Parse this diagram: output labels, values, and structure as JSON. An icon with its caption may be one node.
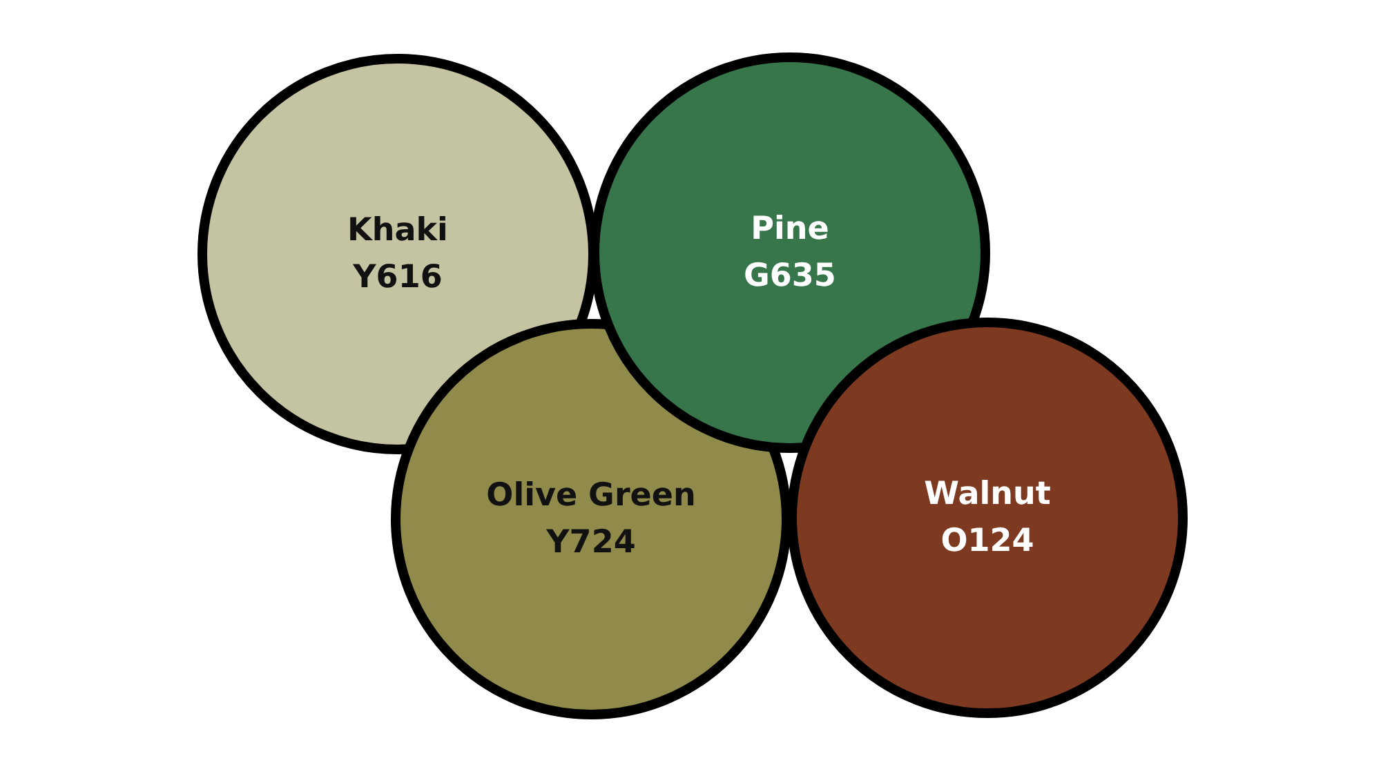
{
  "diagram": {
    "nodes": [
      {
        "text": [
          "Khaki",
          "Y616"
        ]
      },
      {
        "text": [
          "Pine",
          "G635"
        ]
      },
      {
        "text": [
          "Olive Green",
          "Y724"
        ]
      },
      {
        "text": [
          "Walnut",
          "O124"
        ]
      }
    ]
  }
}
